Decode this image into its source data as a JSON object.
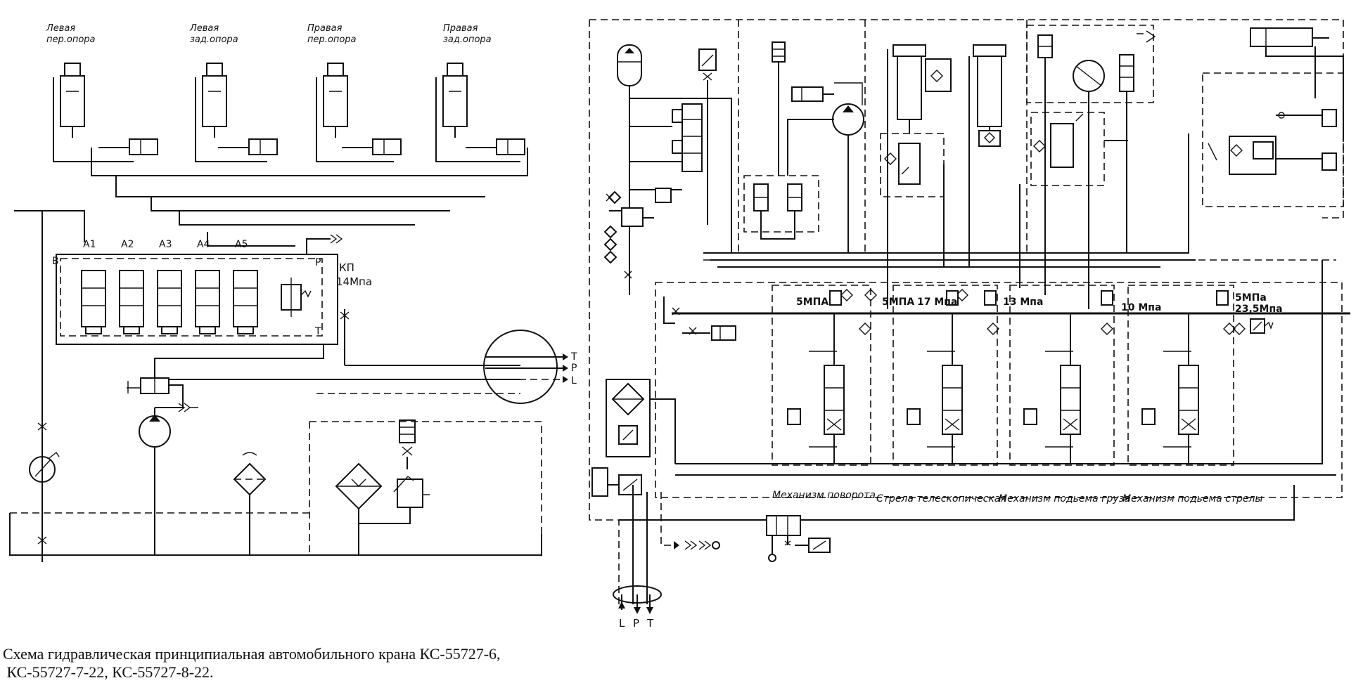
{
  "left_panel": {
    "outrigger_labels": [
      [
        "Левая",
        "пер.опора"
      ],
      [
        "Левая",
        "зад.опора"
      ],
      [
        "Правая",
        "пер.опора"
      ],
      [
        "Правая",
        "зад.опора"
      ]
    ],
    "port_labels": [
      "A1",
      "A2",
      "A3",
      "A4",
      "A5"
    ],
    "block_ports": {
      "b": "B",
      "p": "P",
      "t": "T"
    },
    "relief": {
      "name": "КП",
      "pressure": "14Mпа"
    },
    "swivel_ports": [
      "T",
      "P",
      "L"
    ]
  },
  "right_panel": {
    "pressures": [
      "5МПА",
      "5МПА",
      "17 Мпа",
      "13 Мпа",
      "10 Мпа",
      "5МПа",
      "23,5Мпа"
    ],
    "sections": [
      "Механизм поворота",
      "Стрела телескопическая",
      "Механизм подьема груза",
      "Механизм подьема стрелы"
    ],
    "bottom_ports": [
      "L",
      "P",
      "T"
    ]
  },
  "caption": {
    "line1": "Схема гидравлическая принципиальная автомобильного крана КС-55727-6,",
    "line2": " КС-55727-7-22, КС-55727-8-22."
  }
}
